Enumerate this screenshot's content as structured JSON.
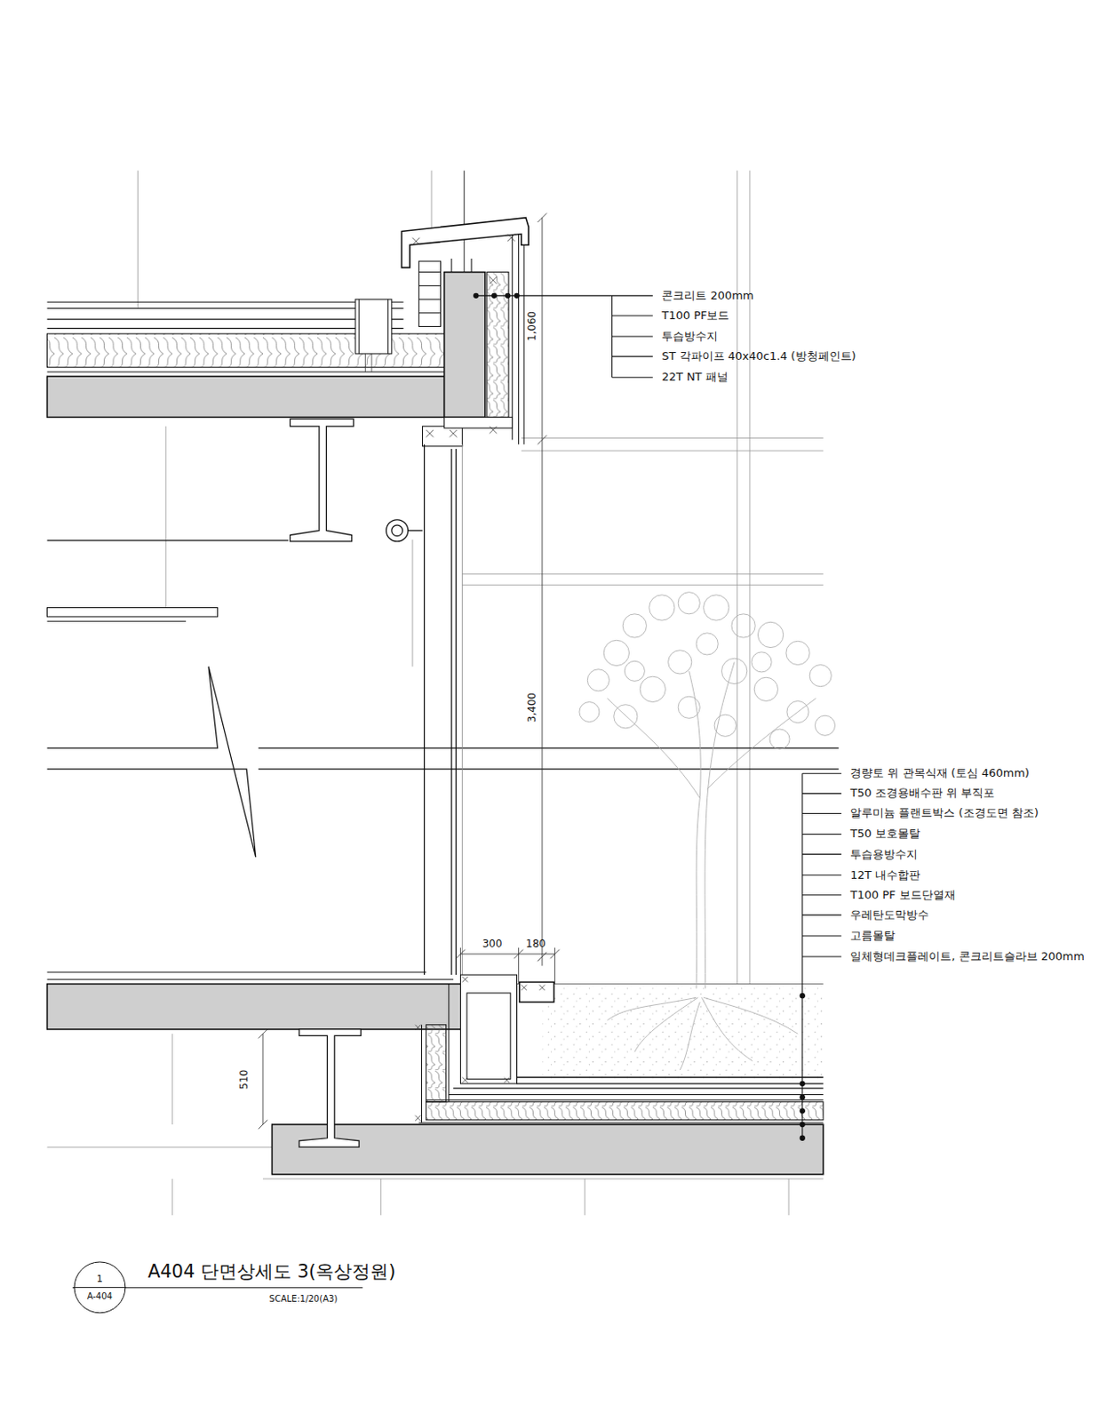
{
  "diagram": {
    "title": "A404 단면상세도 3(옥상정원)",
    "caption": "SCALE:1/20(A3)",
    "nodes": [
      {
        "text": [
          "1",
          "A-404"
        ]
      }
    ],
    "labels": [
      "콘크리트 200mm",
      "T100 PF보드",
      "투습방수지",
      "ST 각파이프 40x40c1.4 (방청페인트)",
      "22T NT 패널",
      "1,060",
      "3,400",
      "경량토 위 관목식재 (토심 460mm)",
      "T50 조경용배수판 위 부직포",
      "알루미늄 플랜트박스 (조경도면 참조)",
      "T50 보호몰탈",
      "투습용방수지",
      "12T 내수합판",
      "T100 PF 보드단열재",
      "우레탄도막방수",
      "고름몰탈",
      "일체형데크플레이트, 콘크리트슬라브 200mm",
      "300",
      "180",
      "510"
    ]
  }
}
